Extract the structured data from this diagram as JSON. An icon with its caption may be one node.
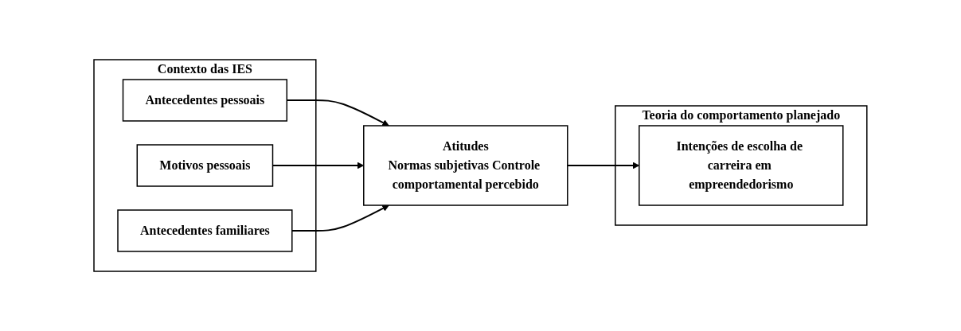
{
  "diagram": {
    "nodes": [
      {
        "text": [
          "Teoria do comportamento planejado"
        ]
      },
      {
        "text": [
          "Contexto das IES"
        ]
      },
      {
        "text": [
          "Antecedentes pessoais"
        ],
        "in": 1
      },
      {
        "text": [
          "Motivos pessoais"
        ],
        "in": 1
      },
      {
        "text": [
          "Antecedentes familiares"
        ],
        "in": 1
      },
      {
        "text": [
          "Atitudes",
          "Normas subjetivas Controle comportamental percebido"
        ]
      },
      {
        "text": [
          "Intenções de escolha de carreira em empreendedorismo"
        ],
        "in": 0
      }
    ],
    "edges": [
      {
        "from": 2,
        "to": 5,
        "arrow": "to"
      },
      {
        "from": 3,
        "to": 5,
        "arrow": "to"
      },
      {
        "from": 4,
        "to": 5,
        "arrow": "to"
      },
      {
        "from": 5,
        "to": 6,
        "arrow": "to"
      }
    ]
  }
}
